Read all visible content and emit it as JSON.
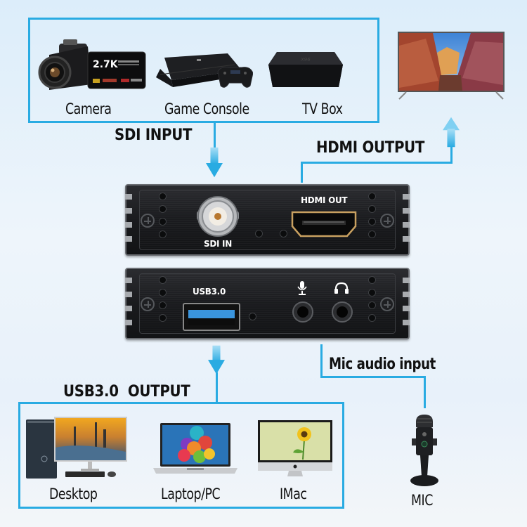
{
  "inputs": {
    "title": "SDI INPUT",
    "devices": [
      {
        "label": "Camera",
        "icon": "camcorder-icon",
        "screen_text": "2.7K"
      },
      {
        "label": "Game Console",
        "icon": "game-console-icon"
      },
      {
        "label": "TV Box",
        "icon": "tv-box-icon"
      }
    ]
  },
  "hdmi_output": {
    "title": "HDMI OUTPUT",
    "device_icon": "television-icon"
  },
  "capture_device": {
    "front_panel": {
      "sdi_port_label": "SDI IN",
      "hdmi_port_label": "HDMI OUT"
    },
    "back_panel": {
      "usb_port_label": "USB3.0",
      "mic_jack_icon": "microphone-icon",
      "headphone_jack_icon": "headphones-icon"
    }
  },
  "usb_output": {
    "title": "USB3.0  OUTPUT",
    "devices": [
      {
        "label": "Desktop",
        "icon": "desktop-computer-icon"
      },
      {
        "label": "Laptop/PC",
        "icon": "laptop-icon"
      },
      {
        "label": "IMac",
        "icon": "imac-icon"
      }
    ]
  },
  "mic_input": {
    "title": "Mic audio input",
    "device_label": "MIC",
    "device_icon": "usb-microphone-icon"
  },
  "colors": {
    "accent": "#29abe2",
    "arrow": "#5bc6f0",
    "device_body": "#1a1b1e",
    "background_top": "#dcedfa"
  }
}
